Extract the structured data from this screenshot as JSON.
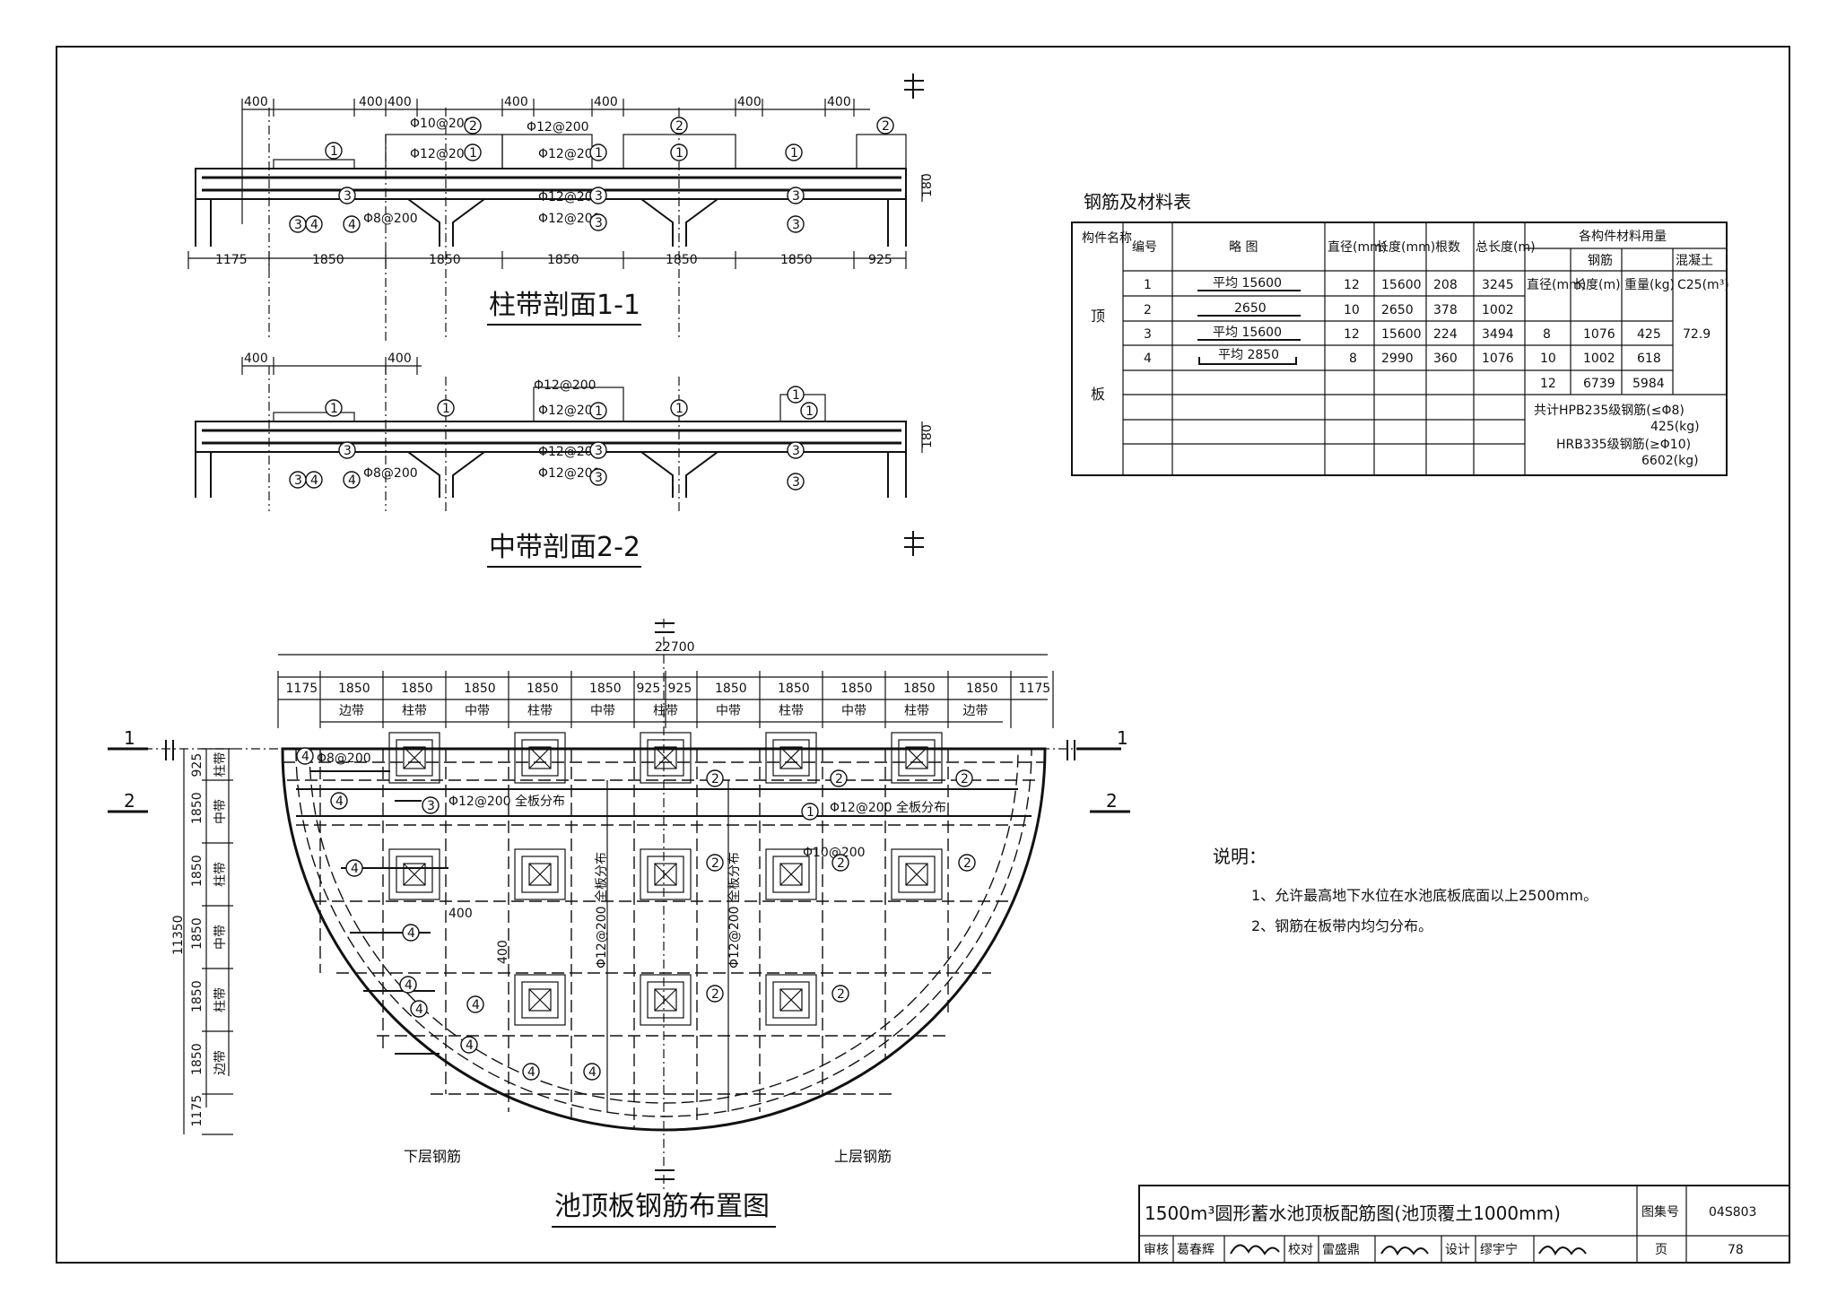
{
  "section1": {
    "title": "柱带剖面1-1",
    "top_dims": [
      "400",
      "400",
      "400",
      "400",
      "400",
      "400",
      "400"
    ],
    "bottom_dims": [
      "1175",
      "1850",
      "1850",
      "1850",
      "1850",
      "1850",
      "925"
    ],
    "rebar_labels": [
      "Φ10@200",
      "Φ12@200",
      "Φ12@200",
      "Φ12@200",
      "Φ12@200",
      "Φ12@200",
      "Φ8@200"
    ],
    "thickness": "180"
  },
  "section2": {
    "title": "中带剖面2-2",
    "top_dims": [
      "400",
      "400"
    ],
    "rebar_labels": [
      "Φ12@200",
      "Φ12@200",
      "Φ12@200",
      "Φ12@200",
      "Φ8@200"
    ],
    "thickness": "180"
  },
  "plan": {
    "title": "池顶板钢筋布置图",
    "total_width": "22700",
    "top_dims": [
      "1175",
      "1850",
      "1850",
      "1850",
      "1850",
      "1850",
      "925",
      "925",
      "1850",
      "1850",
      "1850",
      "1850",
      "1850",
      "1175"
    ],
    "band_labels": [
      "边带",
      "柱带",
      "中带",
      "柱带",
      "中带",
      "柱带",
      "中带",
      "柱带",
      "中带",
      "柱带",
      "边带"
    ],
    "left_dims": [
      "925",
      "1850",
      "1850",
      "1850",
      "1850",
      "1850",
      "1175"
    ],
    "left_bands": [
      "柱带",
      "中带",
      "柱带",
      "中带",
      "柱带",
      "边带"
    ],
    "total_height": "11350",
    "notes_rebar": [
      "Φ8@200",
      "Φ12@200 全板分布",
      "Φ12@200 全板分布",
      "Φ10@200",
      "Φ12@200 全板分布",
      "Φ12@200 全板分布"
    ],
    "dim_400_a": "400",
    "dim_400_b": "400",
    "bottom_label": "下层钢筋",
    "top_label": "上层钢筋",
    "section_mark_1": "1",
    "section_mark_2": "2"
  },
  "material_table": {
    "title": "钢筋及材料表",
    "headers": {
      "member": "构件名称",
      "no": "编号",
      "sketch": "略 图",
      "dia": "直径(mm)",
      "len": "长度(mm)",
      "count": "根数",
      "total": "总长度(m)",
      "usage": "各构件材料用量",
      "steel": "钢筋",
      "concrete": "混凝土",
      "u_dia": "直径(mm)",
      "u_len": "长度(m)",
      "u_wt": "重量(kg)",
      "u_conc": "C25(m³)"
    },
    "member_name_1": "顶",
    "member_name_2": "板",
    "rows": [
      {
        "no": "1",
        "sketch": "平均 15600",
        "dia": "12",
        "len": "15600",
        "count": "208",
        "total": "3245"
      },
      {
        "no": "2",
        "sketch": "2650",
        "dia": "10",
        "len": "2650",
        "count": "378",
        "total": "1002"
      },
      {
        "no": "3",
        "sketch": "平均 15600",
        "dia": "12",
        "len": "15600",
        "count": "224",
        "total": "3494"
      },
      {
        "no": "4",
        "sketch": "平均 2850",
        "dia": "8",
        "len": "2990",
        "count": "360",
        "total": "1076"
      }
    ],
    "usage_rows": [
      {
        "dia": "8",
        "len": "1076",
        "wt": "425"
      },
      {
        "dia": "10",
        "len": "1002",
        "wt": "618"
      },
      {
        "dia": "12",
        "len": "6739",
        "wt": "5984"
      }
    ],
    "concrete_value": "72.9",
    "sum_hpb": "共计HPB235级钢筋(≤Φ8)",
    "sum_hpb_val": "425(kg)",
    "sum_hrb": "HRB335级钢筋(≥Φ10)",
    "sum_hrb_val": "6602(kg)"
  },
  "notes": {
    "heading": "说明：",
    "items": [
      "1、允许最高地下水位在水池底板底面以上2500mm。",
      "2、钢筋在板带内均匀分布。"
    ]
  },
  "title_block": {
    "title": "1500m³圆形蓄水池顶板配筋图(池顶覆土1000mm)",
    "atlas_label": "图集号",
    "atlas_no": "04S803",
    "review_label": "审核",
    "reviewer": "葛春辉",
    "check_label": "校对",
    "checker": "雷盛鼎",
    "design_label": "设计",
    "designer": "缪宇宁",
    "page_label": "页",
    "page_no": "78"
  }
}
